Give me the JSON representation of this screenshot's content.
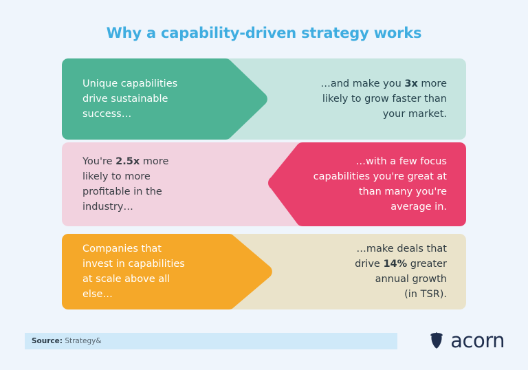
{
  "page": {
    "title": "Why a capability-driven strategy works",
    "background_color": "#eff5fc",
    "title_color": "#3fade0"
  },
  "rows": [
    {
      "id": "row-1",
      "direction": "right",
      "arrow_color": "#4eb395",
      "panel_color": "#c6e5e0",
      "arrow_text_html": "Unique capabilities<br>drive sustainable<br>success…",
      "panel_text_html": "…and make you <b>3x</b> more<br>likely to grow faster than<br>your market.",
      "stat": "3x"
    },
    {
      "id": "row-2",
      "direction": "left",
      "arrow_color": "#e8406c",
      "panel_color": "#f2d2df",
      "arrow_text_html": "…with a few focus<br>capabilities you're great at<br>than many you're<br>average in.",
      "panel_text_html": "You're <b>2.5x</b> more<br>likely to more<br>profitable in the<br>industry…",
      "stat": "2.5x"
    },
    {
      "id": "row-3",
      "direction": "right",
      "arrow_color": "#f5a829",
      "panel_color": "#eae3ca",
      "arrow_text_html": "Companies that<br>invest in capabilities<br>at scale above all<br>else…",
      "panel_text_html": "…make deals that<br>drive <b>14%</b> greater<br>annual growth<br>(in TSR).",
      "stat": "14%"
    }
  ],
  "footer": {
    "source_label": "Source:",
    "source_value": "Strategy&",
    "bar_color": "#cfe9f9",
    "logo_word": "acorn",
    "logo_icon": "acorn-icon",
    "logo_color": "#1f2e4d"
  }
}
